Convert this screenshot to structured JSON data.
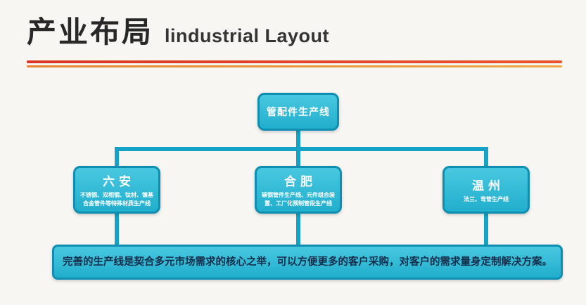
{
  "header": {
    "title_cn": "产业布局",
    "title_en": "lindustrial Layout"
  },
  "diagram": {
    "root_label": "管配件生产线",
    "branches": [
      {
        "city": "六安",
        "desc": "不锈钢、双相钢、钛材、镍基合金管件等特殊材质生产线"
      },
      {
        "city": "合肥",
        "desc": "碳钢管件生产线、元件组合装置、工厂化预制管段生产线"
      },
      {
        "city": "温州",
        "desc": "法兰、弯管生产线"
      }
    ],
    "summary": "完善的生产线是契合多元市场需求的核心之举，可以方便更多的客户采购，对客户的需求量身定制解决方案。"
  },
  "colors": {
    "box_fill": "#21aecd",
    "box_border": "#0e8fb2",
    "connector": "#14a2c6",
    "divider_red": "#d93524",
    "divider_orange": "#eda844",
    "summary_text": "#132d4a"
  }
}
